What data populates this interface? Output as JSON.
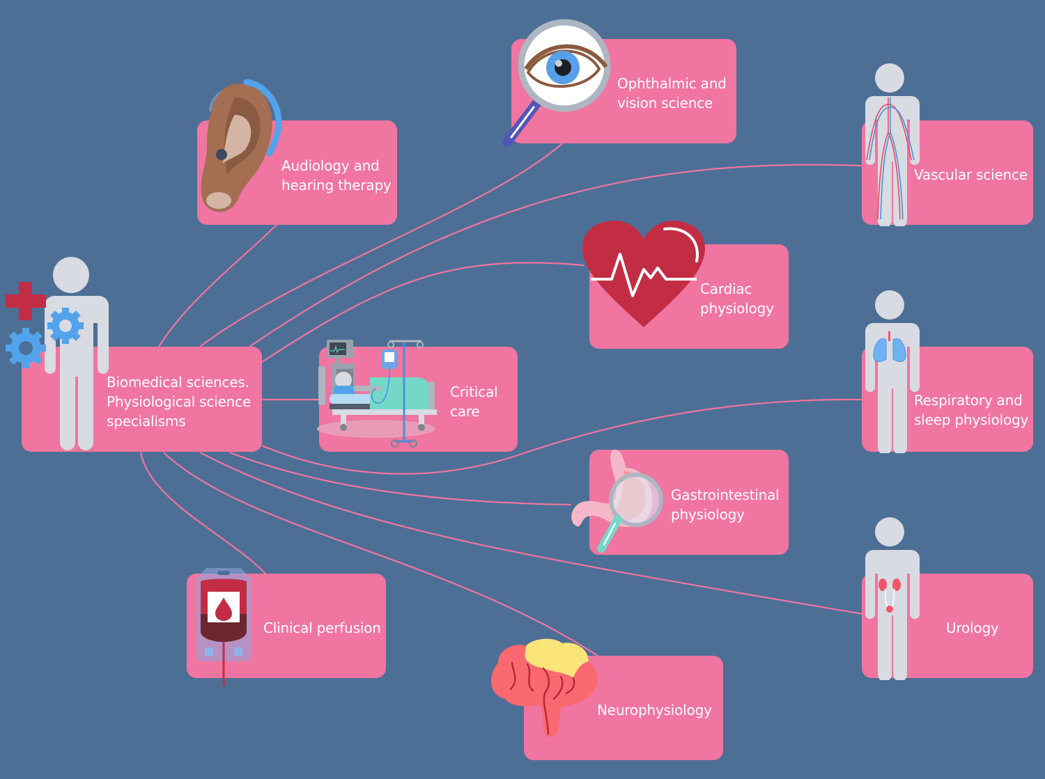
{
  "diagram": {
    "type": "mind-map",
    "colors": {
      "background": "#4d6f96",
      "node_fill": "#f075a0",
      "connector": "#f075a0",
      "label_text": "#ffffff",
      "figure_gray": "#d8dbe1"
    },
    "center": {
      "id": "biomedical",
      "lines": [
        "Biomedical sciences.",
        "Physiological science",
        "specialisms"
      ],
      "icon": "human-figure-with-gears-and-medical-cross-icon"
    },
    "nodes": [
      {
        "id": "audiology",
        "lines": [
          "Audiology and",
          "hearing therapy"
        ],
        "icon": "ear-with-hearing-aid-icon"
      },
      {
        "id": "ophthalmic",
        "lines": [
          "Ophthalmic and",
          "vision science"
        ],
        "icon": "eye-magnifier-icon"
      },
      {
        "id": "vascular",
        "lines": [
          "Vascular science"
        ],
        "icon": "human-vascular-system-icon"
      },
      {
        "id": "cardiac",
        "lines": [
          "Cardiac",
          "physiology"
        ],
        "icon": "heart-pulse-icon"
      },
      {
        "id": "critical",
        "lines": [
          "Critical",
          "care"
        ],
        "icon": "hospital-bed-iv-icon"
      },
      {
        "id": "respiratory",
        "lines": [
          "Respiratory and",
          "sleep physiology"
        ],
        "icon": "human-lungs-icon"
      },
      {
        "id": "gastro",
        "lines": [
          "Gastrointestinal",
          "physiology"
        ],
        "icon": "stomach-magnifier-icon"
      },
      {
        "id": "urology",
        "lines": [
          "Urology"
        ],
        "icon": "human-kidneys-icon"
      },
      {
        "id": "perfusion",
        "lines": [
          "Clinical perfusion"
        ],
        "icon": "blood-bag-icon"
      },
      {
        "id": "neuro",
        "lines": [
          "Neurophysiology"
        ],
        "icon": "brain-icon"
      }
    ],
    "edges": [
      {
        "from": "biomedical",
        "to": "audiology"
      },
      {
        "from": "biomedical",
        "to": "ophthalmic"
      },
      {
        "from": "biomedical",
        "to": "vascular"
      },
      {
        "from": "biomedical",
        "to": "cardiac"
      },
      {
        "from": "biomedical",
        "to": "critical"
      },
      {
        "from": "biomedical",
        "to": "respiratory"
      },
      {
        "from": "biomedical",
        "to": "gastro"
      },
      {
        "from": "biomedical",
        "to": "urology"
      },
      {
        "from": "biomedical",
        "to": "perfusion"
      },
      {
        "from": "biomedical",
        "to": "neuro"
      }
    ]
  }
}
